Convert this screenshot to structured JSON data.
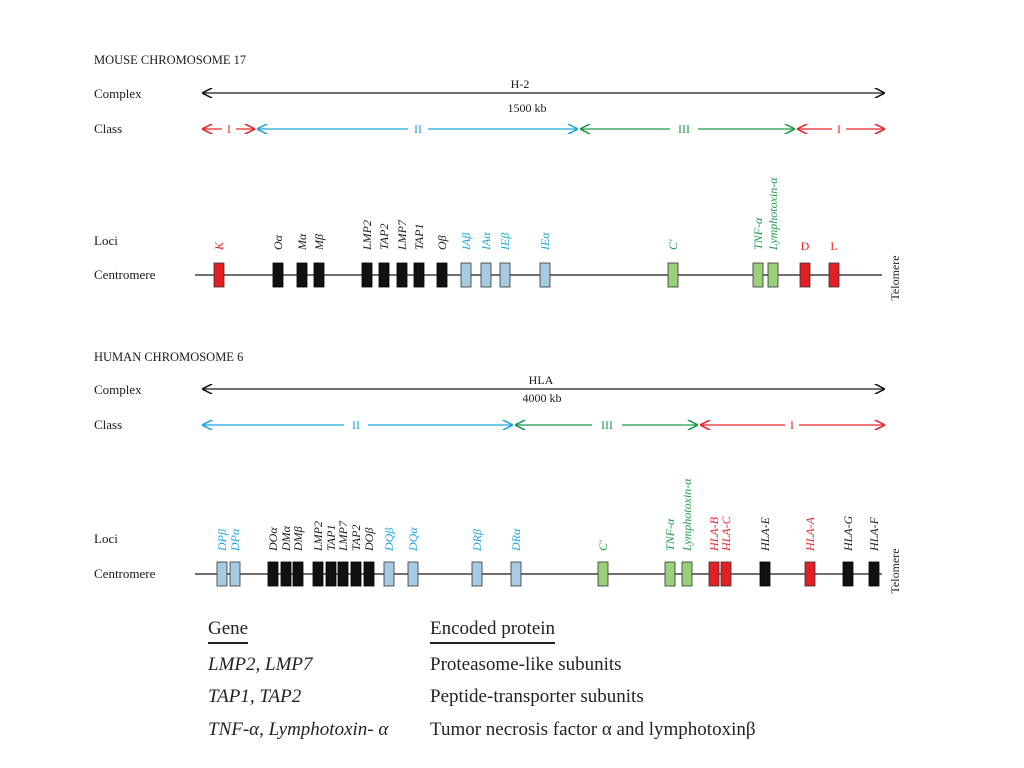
{
  "mouse": {
    "title": "MOUSE CHROMOSOME 17",
    "complex_label": "Complex",
    "complex_name": "H-2",
    "complex_size": "1500 kb",
    "class_label": "Class",
    "classes": [
      {
        "name": "I",
        "color": "#e8262b"
      },
      {
        "name": "II",
        "color": "#1ea5dc"
      },
      {
        "name": "III",
        "color": "#1f9a4a"
      },
      {
        "name": "I",
        "color": "#e8262b"
      }
    ],
    "loci_label": "Loci",
    "centromere_label": "Centromere",
    "telomere_label": "Telomere",
    "genes": [
      {
        "name": "K",
        "type": "I",
        "italic": true
      },
      {
        "name": "Oα",
        "type": "other",
        "italic": true
      },
      {
        "name": "Mα",
        "type": "other",
        "italic": true
      },
      {
        "name": "Mβ",
        "type": "other",
        "italic": true
      },
      {
        "name": "LMP2",
        "type": "other",
        "italic": true
      },
      {
        "name": "TAP2",
        "type": "other",
        "italic": true
      },
      {
        "name": "LMP7",
        "type": "other",
        "italic": true
      },
      {
        "name": "TAP1",
        "type": "other",
        "italic": true
      },
      {
        "name": "Oβ",
        "type": "other",
        "italic": true
      },
      {
        "name": "IAβ",
        "type": "II",
        "italic": true
      },
      {
        "name": "IAα",
        "type": "II",
        "italic": true
      },
      {
        "name": "IEβ",
        "type": "II",
        "italic": true
      },
      {
        "name": "IEα",
        "type": "II",
        "italic": true
      },
      {
        "name": "C'",
        "type": "III",
        "italic": true
      },
      {
        "name": "TNF-α",
        "type": "III",
        "italic": true
      },
      {
        "name": "Lymphotoxin-α",
        "type": "III",
        "italic": true
      },
      {
        "name": "D",
        "type": "I",
        "italic": false
      },
      {
        "name": "L",
        "type": "I",
        "italic": false
      }
    ]
  },
  "human": {
    "title": "HUMAN CHROMOSOME 6",
    "complex_label": "Complex",
    "complex_name": "HLA",
    "complex_size": "4000 kb",
    "class_label": "Class",
    "classes": [
      {
        "name": "II",
        "color": "#1ea5dc"
      },
      {
        "name": "III",
        "color": "#1f9a4a"
      },
      {
        "name": "I",
        "color": "#e8262b"
      }
    ],
    "loci_label": "Loci",
    "centromere_label": "Centromere",
    "telomere_label": "Telomere",
    "genes": [
      {
        "name": "DPβ",
        "type": "II",
        "italic": true
      },
      {
        "name": "DPα",
        "type": "II",
        "italic": true
      },
      {
        "name": "DOα",
        "type": "other",
        "italic": true
      },
      {
        "name": "DMα",
        "type": "other",
        "italic": true
      },
      {
        "name": "DMβ",
        "type": "other",
        "italic": true
      },
      {
        "name": "LMP2",
        "type": "other",
        "italic": true
      },
      {
        "name": "TAP1",
        "type": "other",
        "italic": true
      },
      {
        "name": "LMP7",
        "type": "other",
        "italic": true
      },
      {
        "name": "TAP2",
        "type": "other",
        "italic": true
      },
      {
        "name": "DOβ",
        "type": "other",
        "italic": true
      },
      {
        "name": "DQβ",
        "type": "II",
        "italic": true
      },
      {
        "name": "DQα",
        "type": "II",
        "italic": true
      },
      {
        "name": "DRβ",
        "type": "II",
        "italic": true
      },
      {
        "name": "DRα",
        "type": "II",
        "italic": true
      },
      {
        "name": "C'",
        "type": "III",
        "italic": true
      },
      {
        "name": "TNF-α",
        "type": "III",
        "italic": true
      },
      {
        "name": "Lymphotoxin-α",
        "type": "III",
        "italic": true
      },
      {
        "name": "HLA-B",
        "type": "I",
        "italic": true
      },
      {
        "name": "HLA-C",
        "type": "I",
        "italic": true
      },
      {
        "name": "HLA-E",
        "type": "other",
        "italic": true
      },
      {
        "name": "HLA-A",
        "type": "I",
        "italic": true
      },
      {
        "name": "HLA-G",
        "type": "other",
        "italic": true
      },
      {
        "name": "HLA-F",
        "type": "other",
        "italic": true
      }
    ]
  },
  "legend": {
    "gene_header": "Gene",
    "protein_header": "Encoded protein",
    "rows": [
      {
        "gene": "LMP2, LMP7",
        "protein": "Proteasome-like subunits"
      },
      {
        "gene": "TAP1, TAP2",
        "protein": "Peptide-transporter subunits"
      },
      {
        "gene": "TNF-α, Lymphotoxin- α",
        "protein": "Tumor necrosis factor α and lymphotoxinβ"
      }
    ]
  },
  "colors": {
    "class_I": "#e8262b",
    "class_II": "#1ea5dc",
    "class_III": "#1f9a4a",
    "other": "#1a1a1a",
    "box_I": "#e31e24",
    "box_II": "#a6cbe3",
    "box_III": "#9bd07a",
    "box_other": "#111111"
  }
}
